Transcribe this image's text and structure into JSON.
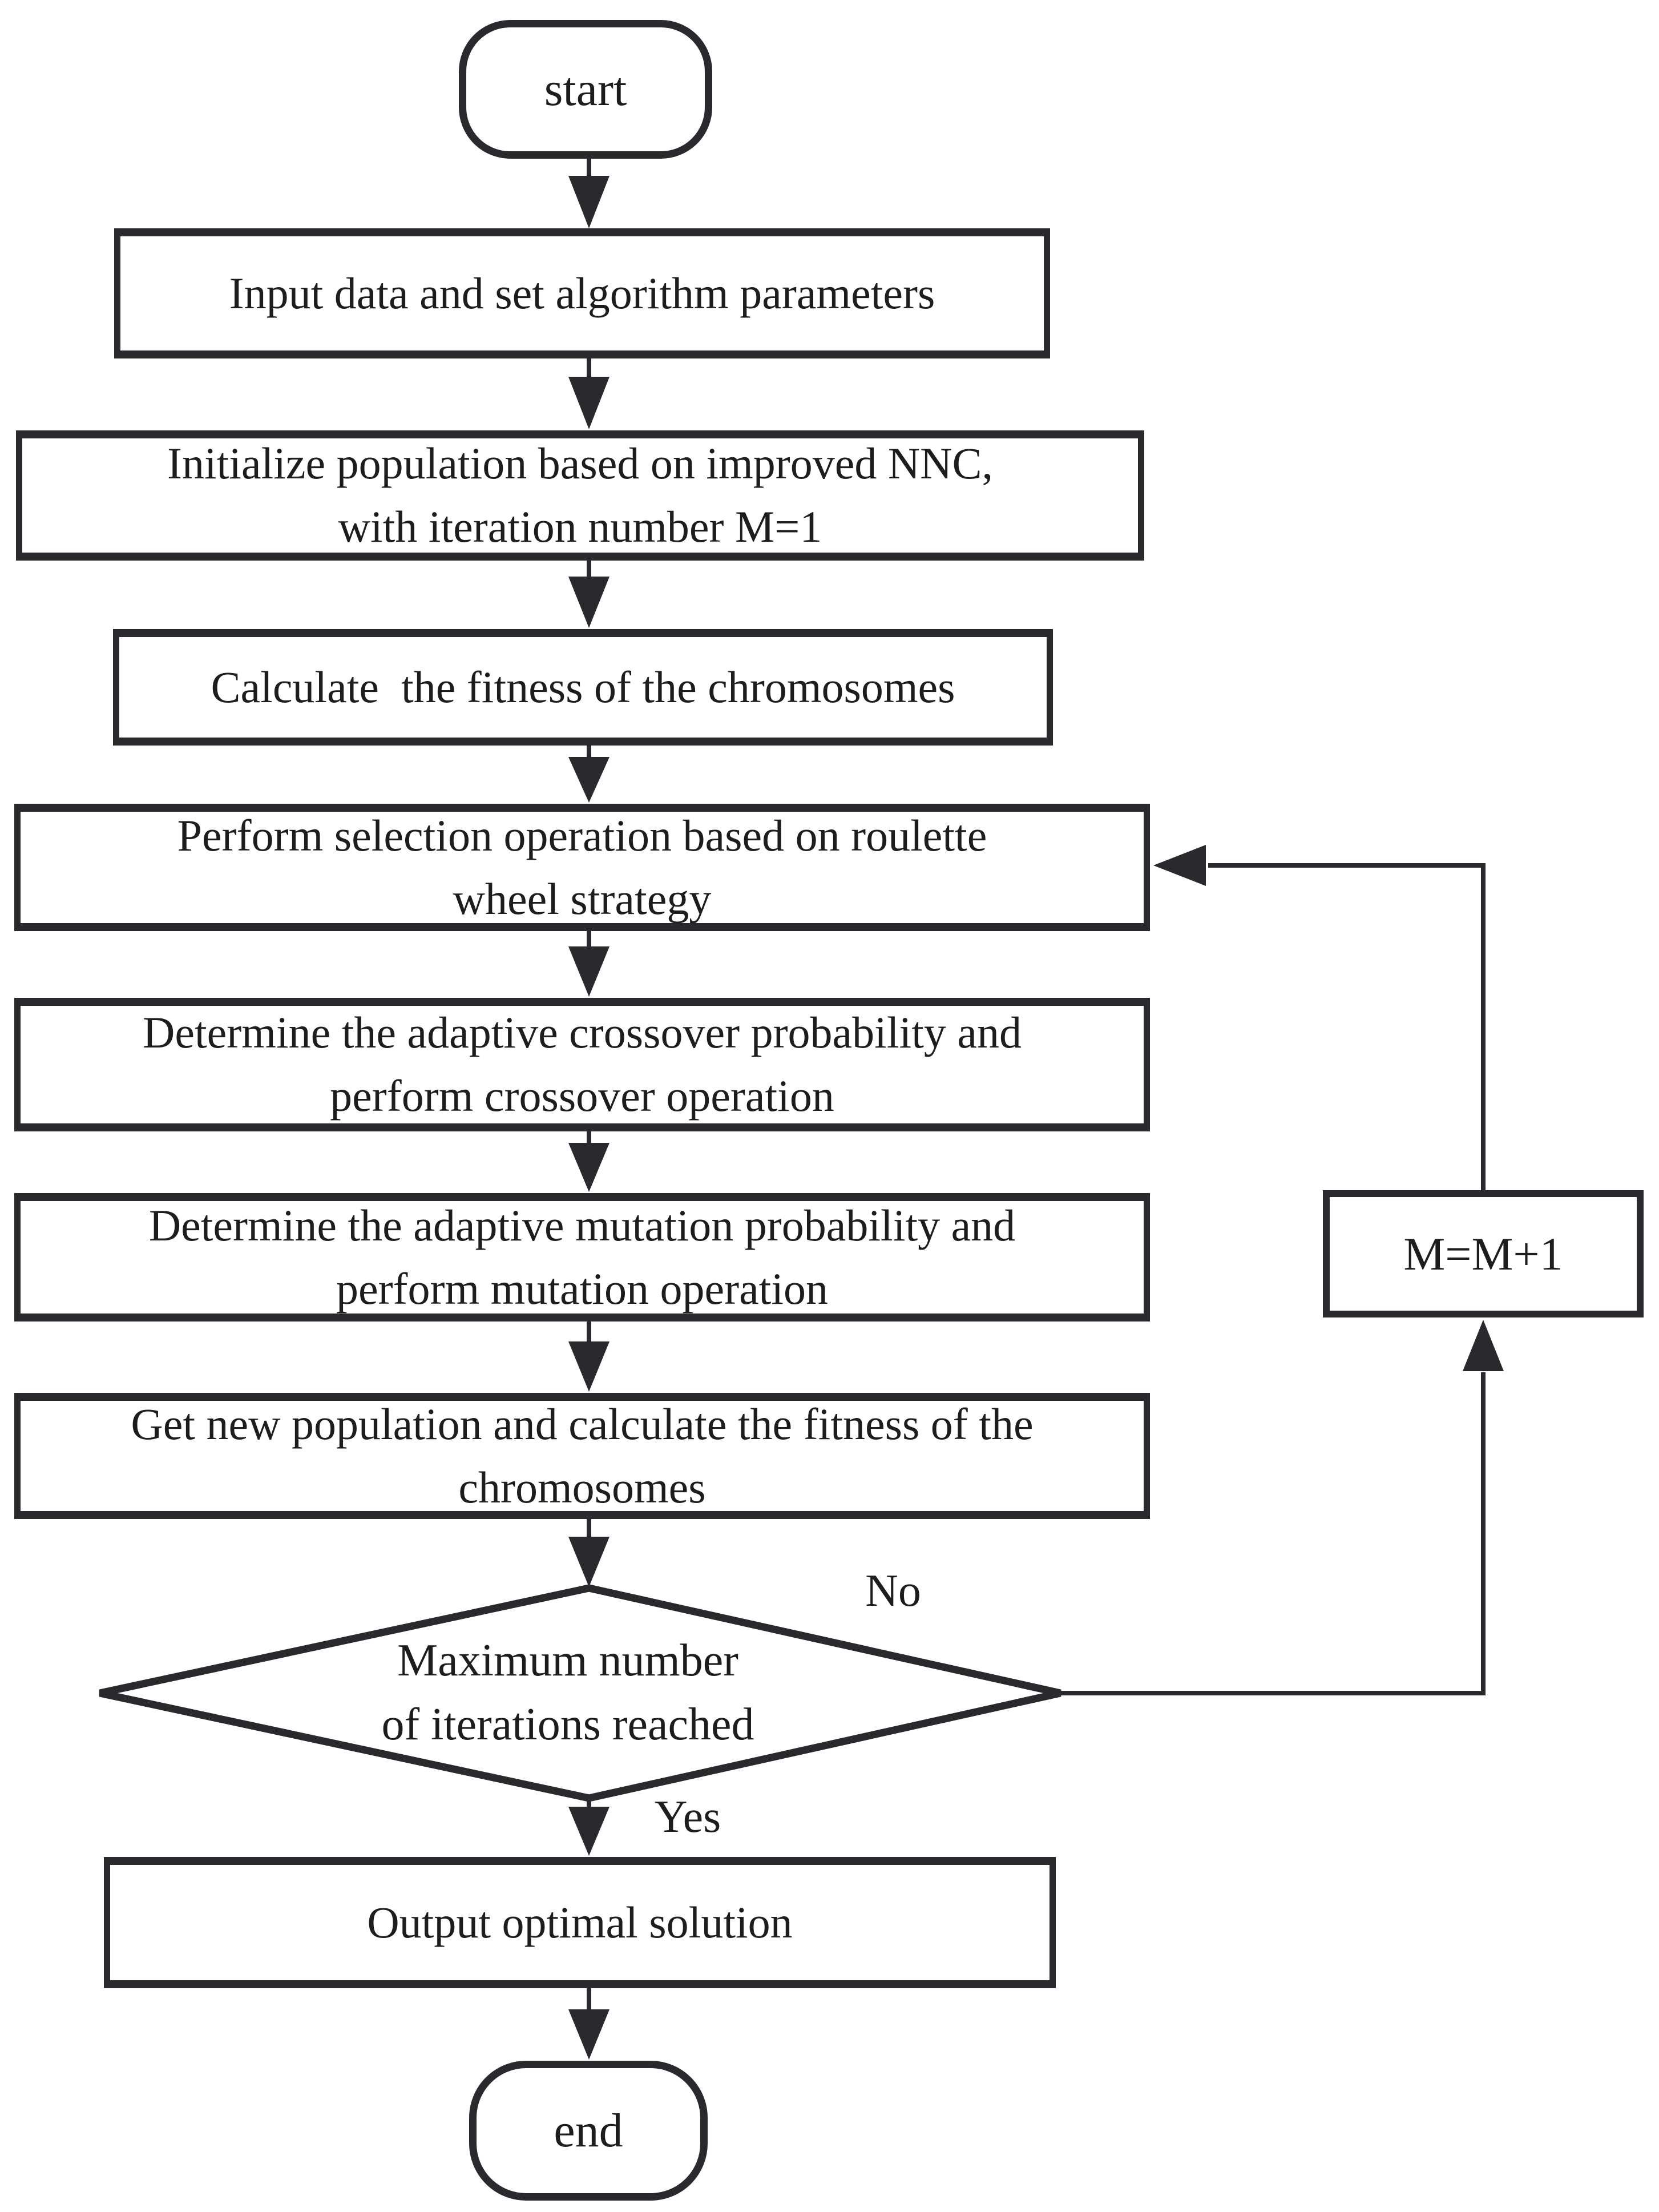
{
  "flowchart": {
    "nodes": {
      "start": {
        "label": "start"
      },
      "input": {
        "lines": [
          "Input data and set algorithm parameters"
        ]
      },
      "initialize": {
        "lines": [
          "Initialize population based on improved NNC,",
          "with iteration number M=1"
        ]
      },
      "fitness": {
        "lines": [
          "Calculate  the fitness of the chromosomes"
        ]
      },
      "selection": {
        "lines": [
          "Perform selection operation based on roulette",
          "wheel strategy"
        ]
      },
      "crossover": {
        "lines": [
          "Determine the adaptive crossover probability and",
          "perform crossover operation"
        ]
      },
      "mutation": {
        "lines": [
          "Determine the adaptive mutation probability and",
          "perform mutation operation"
        ]
      },
      "new_population": {
        "lines": [
          "Get new population and calculate the fitness of the",
          "chromosomes"
        ]
      },
      "decision": {
        "lines": [
          "Maximum number",
          "of iterations reached"
        ]
      },
      "increment": {
        "label": "M=M+1"
      },
      "output": {
        "lines": [
          "Output optimal solution"
        ]
      },
      "end": {
        "label": "end"
      }
    },
    "edge_labels": {
      "no": "No",
      "yes": "Yes"
    },
    "colors": {
      "stroke": "#2a2a2e",
      "text": "#1d1d20",
      "background": "#ffffff"
    }
  }
}
